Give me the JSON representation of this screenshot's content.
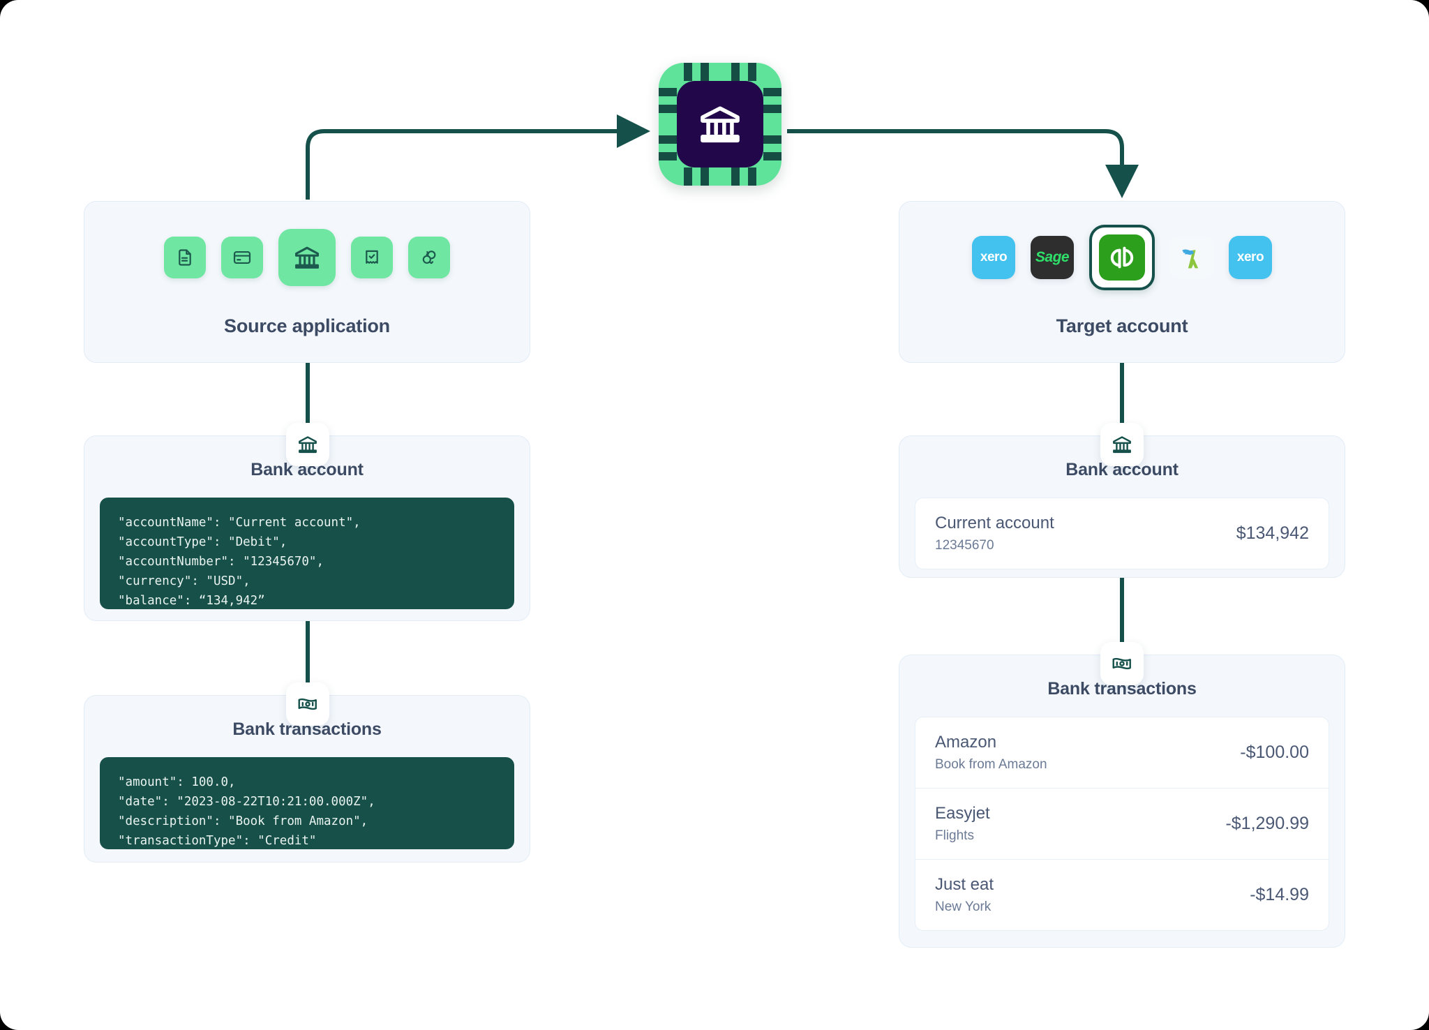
{
  "hub": {
    "icon": "bank-chip-icon"
  },
  "source_panel": {
    "title": "Source application",
    "tiles": [
      {
        "name": "document-icon",
        "selected": false
      },
      {
        "name": "credit-card-icon",
        "selected": false
      },
      {
        "name": "bank-icon",
        "selected": true
      },
      {
        "name": "receipt-check-icon",
        "selected": false
      },
      {
        "name": "sync-refresh-icon",
        "selected": false
      }
    ]
  },
  "target_panel": {
    "title": "Target account",
    "logos": [
      {
        "name": "xero-logo",
        "label": "xero",
        "selected": false
      },
      {
        "name": "sage-logo",
        "label": "Sage",
        "selected": false
      },
      {
        "name": "quickbooks-logo",
        "label": "qb",
        "selected": true
      },
      {
        "name": "freeagent-logo",
        "label": "",
        "selected": false
      },
      {
        "name": "xero-logo",
        "label": "xero",
        "selected": false
      }
    ]
  },
  "source_bank_account": {
    "badge_icon": "bank-icon",
    "title": "Bank account",
    "code": "\"accountName\": \"Current account\",\n\"accountType\": \"Debit\",\n\"accountNumber\": \"12345670\",\n\"currency\": \"USD\",\n\"balance\": “134,942”"
  },
  "source_bank_transactions": {
    "badge_icon": "banknote-icon",
    "title": "Bank transactions",
    "code": "\"amount\": 100.0,\n\"date\": \"2023-08-22T10:21:00.000Z\",\n\"description\": \"Book from Amazon\",\n\"transactionType\": \"Credit\""
  },
  "target_bank_account": {
    "badge_icon": "bank-icon",
    "title": "Bank account",
    "rows": [
      {
        "name": "Current account",
        "sub": "12345670",
        "amount": "$134,942"
      }
    ]
  },
  "target_bank_transactions": {
    "badge_icon": "banknote-icon",
    "title": "Bank transactions",
    "rows": [
      {
        "name": "Amazon",
        "sub": "Book from Amazon",
        "amount": "-$100.00"
      },
      {
        "name": "Easyjet",
        "sub": "Flights",
        "amount": "-$1,290.99"
      },
      {
        "name": "Just eat",
        "sub": "New York",
        "amount": "-$14.99"
      }
    ]
  },
  "colors": {
    "accent_green": "#6fe6a2",
    "dark_green": "#15504a",
    "code_bg": "#175049",
    "panel_bg": "#f4f8fc",
    "heading": "#3c4a63",
    "chip_inner": "#22084a",
    "xero_blue": "#43c2ef",
    "sage_dark": "#2e2e2e",
    "qb_green": "#2ca01c"
  }
}
